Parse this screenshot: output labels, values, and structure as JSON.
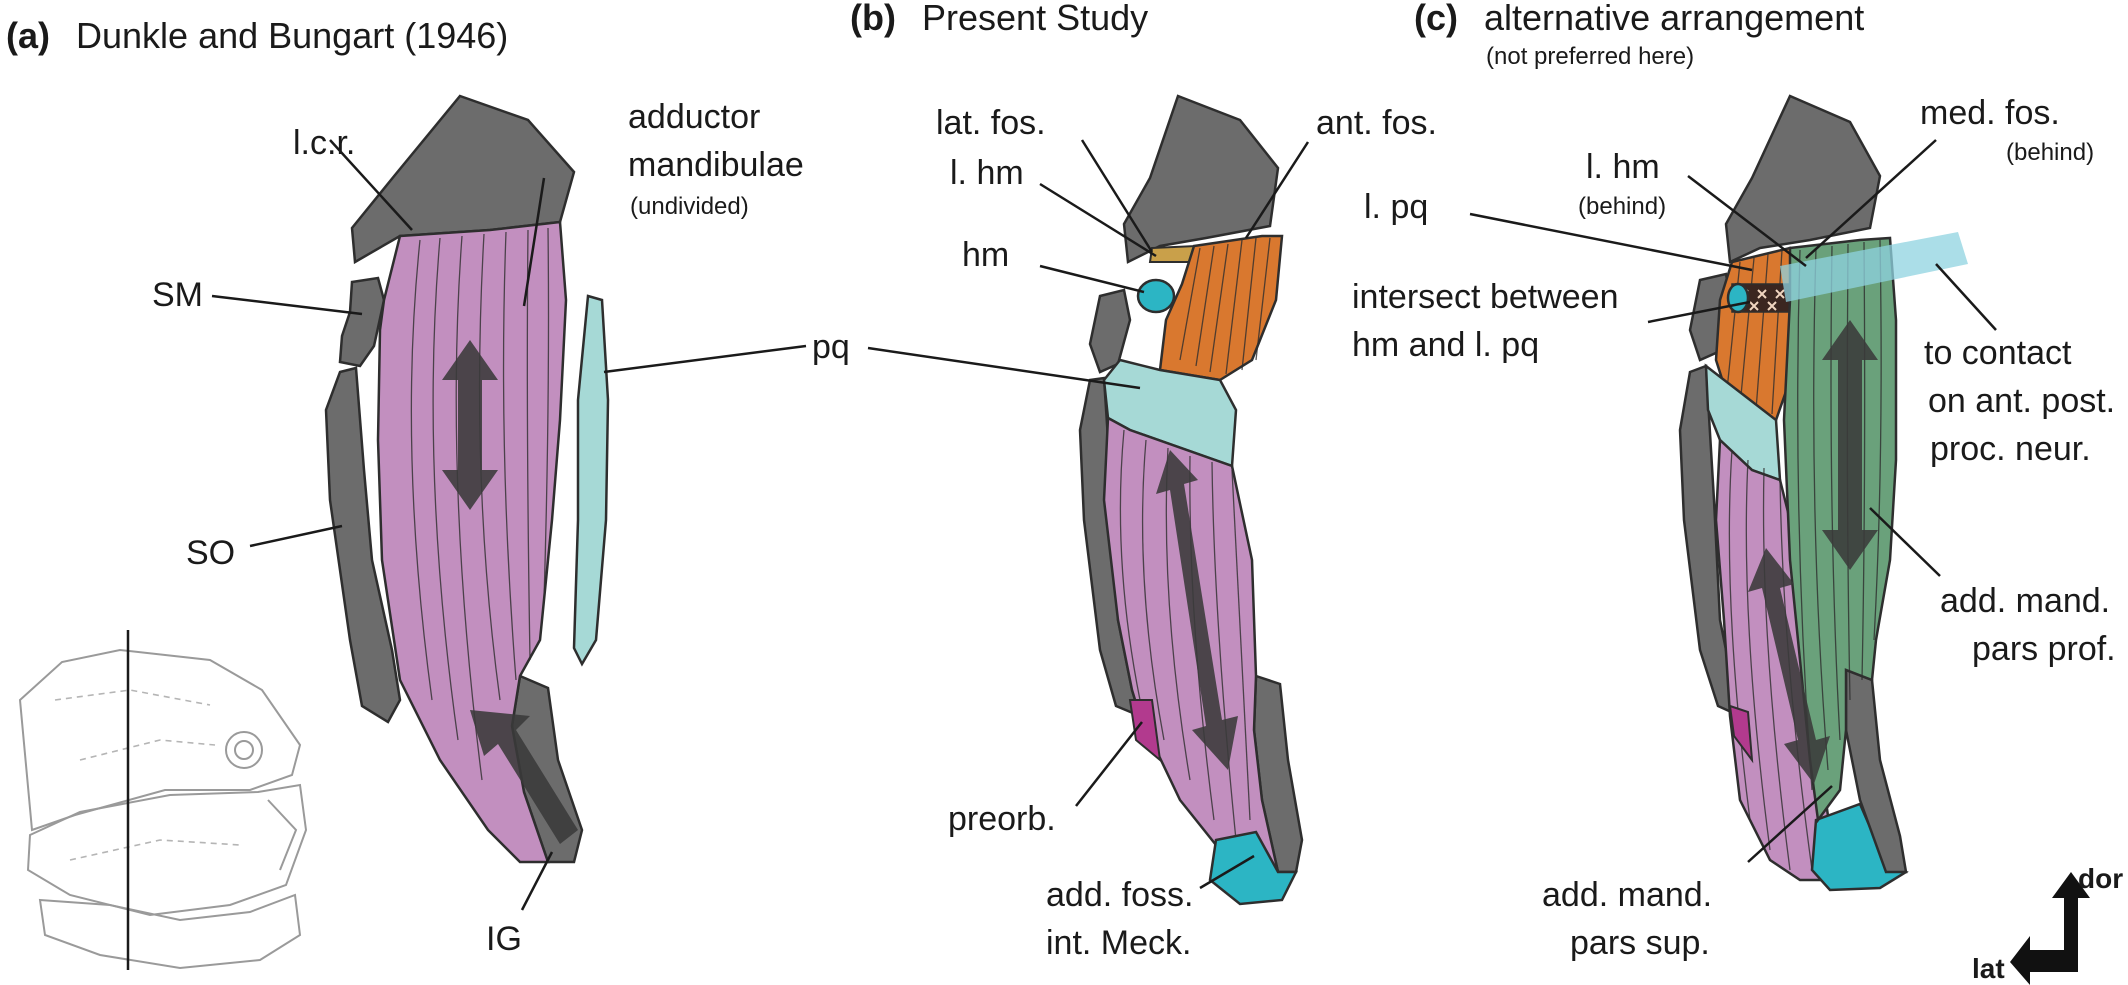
{
  "panels": [
    {
      "letter": "(a)",
      "title": "Dunkle and Bungart (1946)",
      "labels": {
        "lcr": "l.c.r.",
        "adductor_1": "adductor",
        "adductor_2": "mandibulae",
        "adductor_note": "(undivided)",
        "sm": "SM",
        "so": "SO",
        "ig": "IG"
      }
    },
    {
      "letter": "(b)",
      "title": "Present Study",
      "labels": {
        "lat_fos": "lat. fos.",
        "l_hm": "l. hm",
        "ant_fos": "ant. fos.",
        "hm": "hm",
        "pq": "pq",
        "preorb": "preorb.",
        "add_foss_1": "add. foss.",
        "add_foss_2": "int. Meck."
      }
    },
    {
      "letter": "(c)",
      "title": "alternative arrangement",
      "subtitle": "(not preferred here)",
      "labels": {
        "l_hm": "l. hm",
        "l_hm_note": "(behind)",
        "med_fos": "med. fos.",
        "med_fos_note": "(behind)",
        "l_pq": "l. pq",
        "intersect_1": "intersect between",
        "intersect_2": "hm and l. pq",
        "contact_1": "to contact",
        "contact_2": "on ant. post.",
        "contact_3": "proc. neur.",
        "prof_1": "add. mand.",
        "prof_2": "pars prof.",
        "sup_1": "add. mand.",
        "sup_2": "pars sup."
      }
    }
  ],
  "orientation": {
    "dor": "dor",
    "lat": "lat"
  },
  "colors": {
    "bone": "#6c6c6c",
    "adductor_purple": "#c28fbf",
    "pars_prof_green": "#6aa17b",
    "levator_orange": "#d9782f",
    "palatoquadrate": "#a6d9d6",
    "fossa_cyan": "#2cb5c4"
  }
}
